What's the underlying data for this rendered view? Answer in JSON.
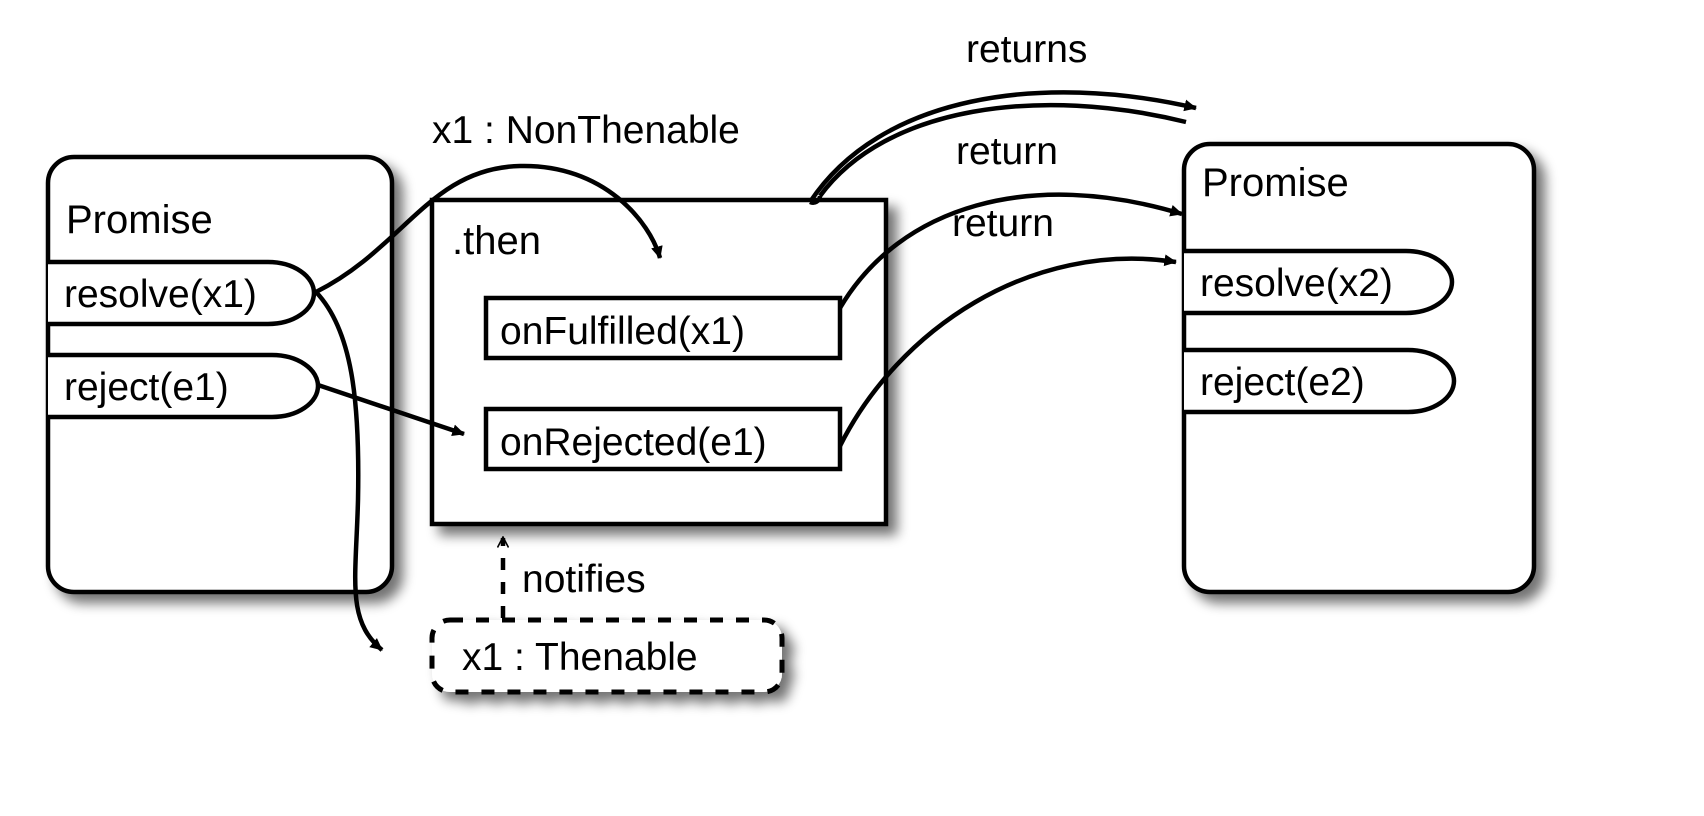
{
  "diagram": {
    "title": "Promise then resolution flow",
    "background": "#ffffff",
    "stroke_color": "#000000",
    "text_color": "#000000",
    "shadow_color": "#b4b4b4"
  },
  "nodes": {
    "promise_left": {
      "title": "Promise",
      "methods": [
        {
          "label": "resolve(x1)"
        },
        {
          "label": "reject(e1)"
        }
      ]
    },
    "then_box": {
      "title": ".then",
      "handlers": [
        {
          "label": "onFulfilled(x1)"
        },
        {
          "label": "onRejected(e1)"
        }
      ]
    },
    "promise_right": {
      "title": "Promise",
      "methods": [
        {
          "label": "resolve(x2)"
        },
        {
          "label": "reject(e2)"
        }
      ]
    },
    "thenable": {
      "label": "x1 : Thenable",
      "style": "dashed"
    }
  },
  "edges": [
    {
      "id": "resolve-to-onfulfilled",
      "label": "x1 : NonThenable",
      "style": "solid",
      "arrow": "filled"
    },
    {
      "id": "reject-to-onrejected",
      "label": "",
      "style": "solid",
      "arrow": "filled"
    },
    {
      "id": "resolve-to-thenable",
      "label": "",
      "style": "solid",
      "arrow": "filled"
    },
    {
      "id": "thenable-notifies-then",
      "label": "notifies",
      "style": "dashed",
      "arrow": "open"
    },
    {
      "id": "then-returns-promise2",
      "label": "returns",
      "style": "double",
      "arrow": "filled"
    },
    {
      "id": "onfulfilled-return",
      "label": "return",
      "style": "solid",
      "arrow": "filled"
    },
    {
      "id": "onrejected-return",
      "label": "return",
      "style": "solid",
      "arrow": "filled"
    }
  ],
  "labels": {
    "nonthenable": "x1 : NonThenable",
    "notifies": "notifies",
    "returns": "returns",
    "return_upper": "return",
    "return_lower": "return"
  }
}
